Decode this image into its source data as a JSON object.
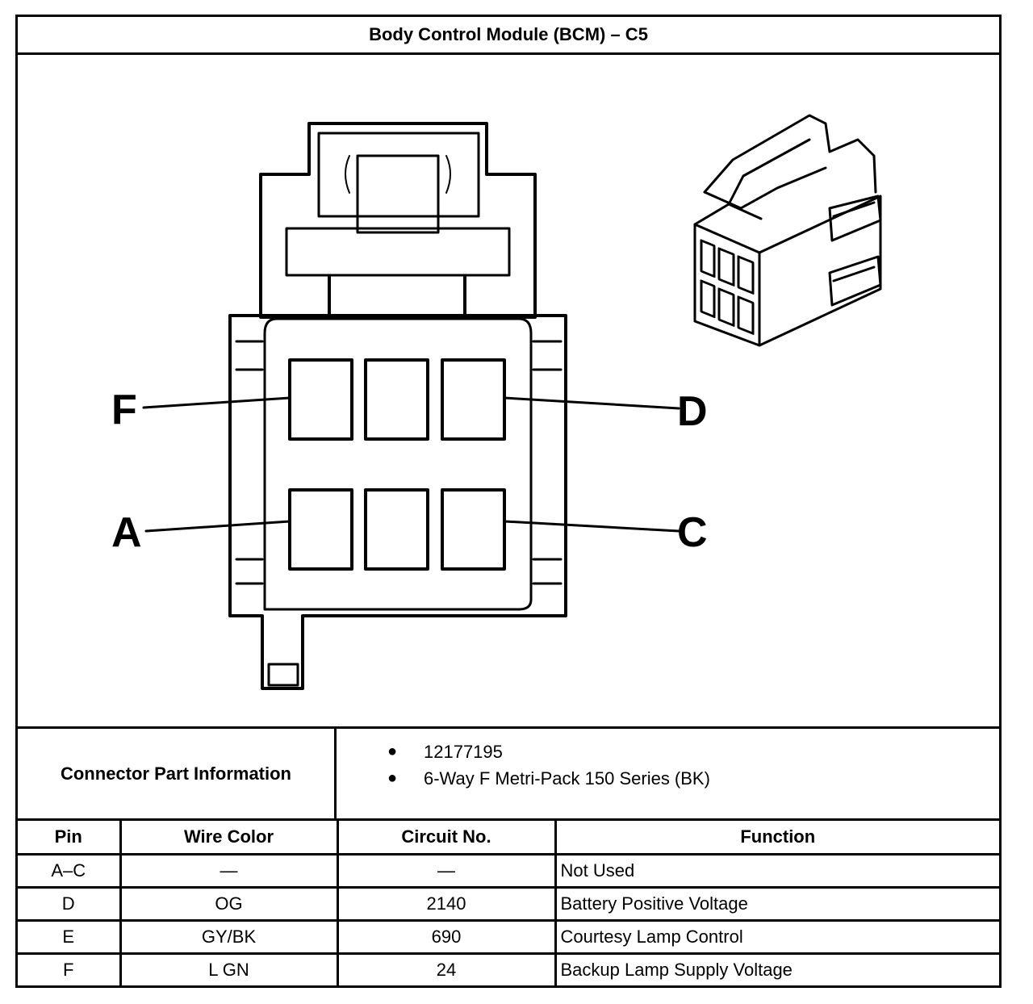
{
  "title": "Body Control Module (BCM) – C5",
  "pin_labels": {
    "f": "F",
    "d": "D",
    "a": "A",
    "c": "C"
  },
  "part_info": {
    "label": "Connector Part Information",
    "items": [
      "12177195",
      "6-Way F Metri-Pack 150 Series (BK)"
    ]
  },
  "table": {
    "headers": {
      "pin": "Pin",
      "wire_color": "Wire Color",
      "circuit": "Circuit No.",
      "function": "Function"
    },
    "rows": [
      {
        "pin": "A–C",
        "wire_color": "—",
        "circuit": "—",
        "function": "Not Used"
      },
      {
        "pin": "D",
        "wire_color": "OG",
        "circuit": "2140",
        "function": "Battery Positive Voltage"
      },
      {
        "pin": "E",
        "wire_color": "GY/BK",
        "circuit": "690",
        "function": "Courtesy Lamp Control"
      },
      {
        "pin": "F",
        "wire_color": "L GN",
        "circuit": "24",
        "function": "Backup Lamp Supply Voltage"
      }
    ]
  }
}
